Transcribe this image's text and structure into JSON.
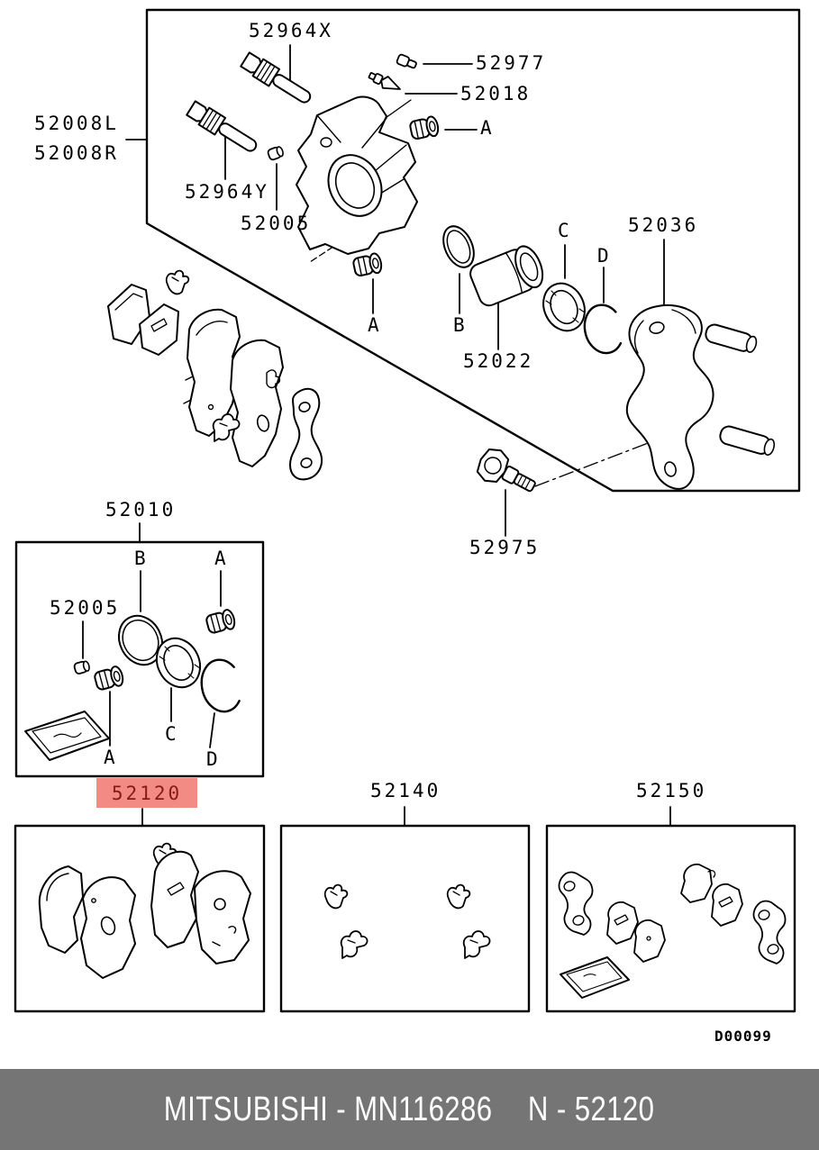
{
  "colors": {
    "line": "#000000",
    "background": "#ffffff",
    "highlight_bg": "#f38b85",
    "highlight_text": "#8a1a15",
    "footer_bg": "#757575",
    "footer_text": "#ffffff"
  },
  "callouts": {
    "pin_upper": "52964X",
    "bleeder_cap": "52977",
    "bleeder_valve": "52018",
    "boot_upper_letter": "A",
    "caliper_lh": "52008L",
    "caliper_rh": "52008R",
    "pin_lower": "52964Y",
    "cap": "52005",
    "seal_letter": "C",
    "snap_ring_letter": "D",
    "bracket": "52036",
    "boot_mid_letter": "A",
    "ring_letter": "B",
    "piston": "52022",
    "bolt": "52975"
  },
  "seal_kit": {
    "title": "52010",
    "cap": "52005",
    "ring_letter": "B",
    "boot_upper_letter": "A",
    "boot_lower_letter": "A",
    "seal_letter": "C",
    "snap_ring_letter": "D"
  },
  "bottom_boxes": {
    "pads": {
      "label": "52120",
      "highlighted": true
    },
    "clips": {
      "label": "52140",
      "highlighted": false
    },
    "shims": {
      "label": "52150",
      "highlighted": false
    }
  },
  "drawing_code": "D00099",
  "footer": {
    "left": "MITSUBISHI - MN116286",
    "right": "N - 52120"
  }
}
